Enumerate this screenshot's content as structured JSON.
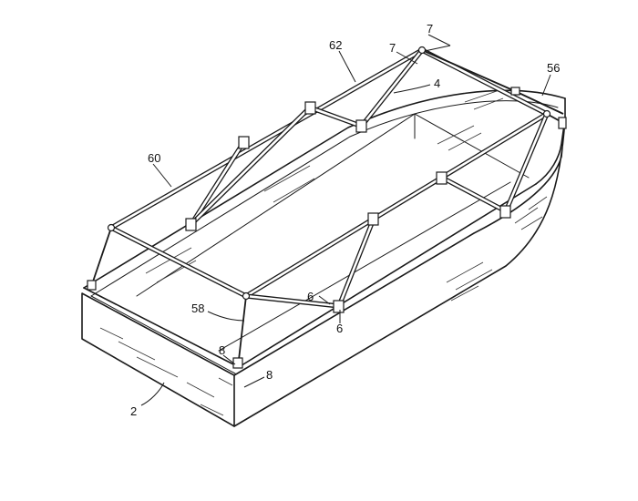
{
  "figure": {
    "labels": {
      "l7a": "7",
      "l7b": "7",
      "l62": "62",
      "l4": "4",
      "l56": "56",
      "l60": "60",
      "l6a": "6",
      "l6b": "6",
      "l58": "58",
      "l8a": "8",
      "l8b": "8",
      "l2": "2"
    }
  }
}
